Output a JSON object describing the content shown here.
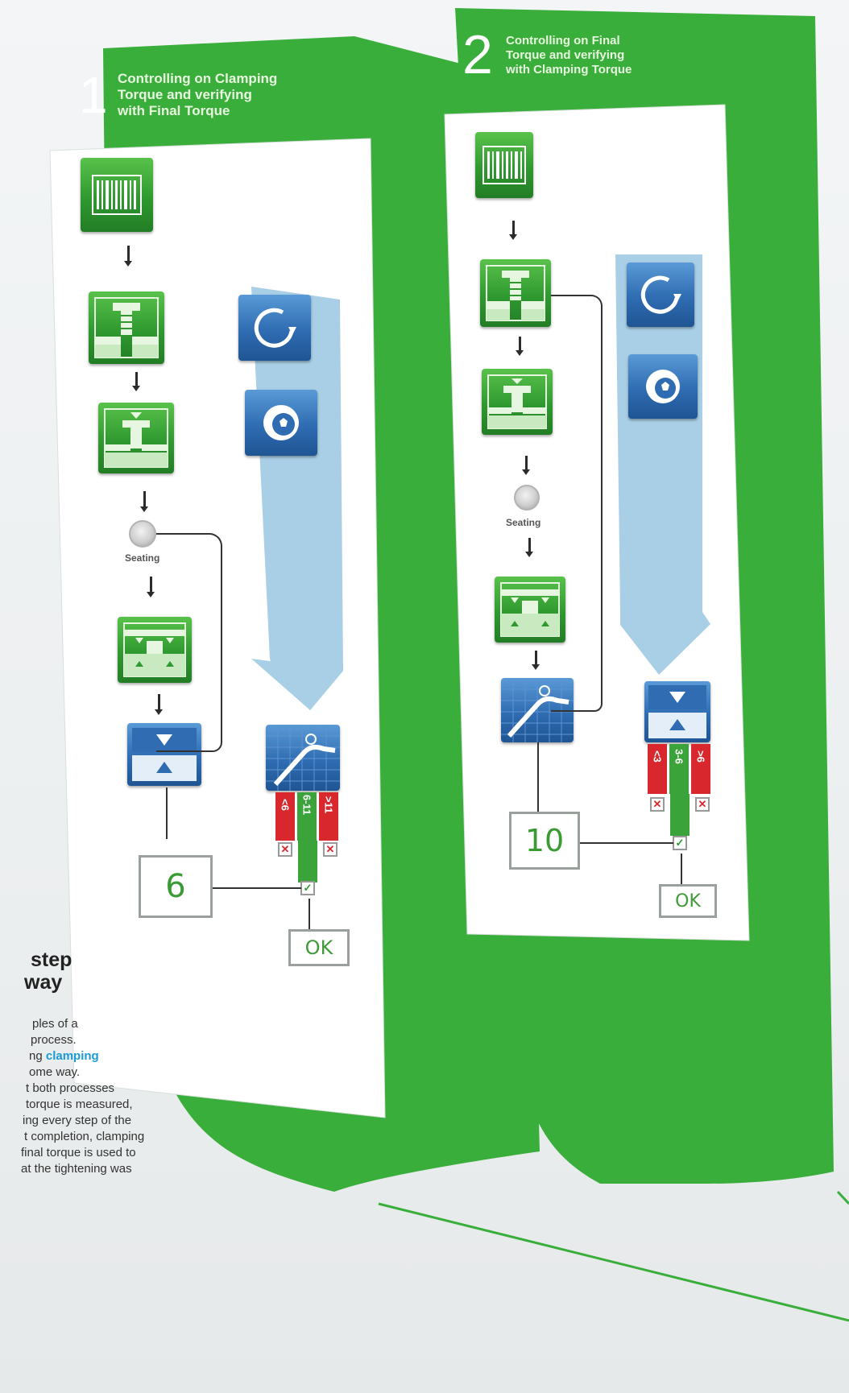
{
  "banner1": {
    "number": "1",
    "title_lines": [
      "Controlling on Clamping",
      "Torque and verifying",
      "with Final Torque"
    ],
    "seating_label": "Seating",
    "value": "6",
    "ok_label": "OK",
    "limits": [
      "<6",
      "6-11",
      ">11"
    ]
  },
  "banner2": {
    "number": "2",
    "title_lines": [
      "Controlling on Final",
      "Torque and verifying",
      "with Clamping Torque"
    ],
    "seating_label": "Seating",
    "value": "10",
    "ok_label": "OK",
    "limits": [
      "<3",
      "3-6",
      ">6"
    ]
  },
  "side_text": {
    "heading_lines": [
      "step",
      "way"
    ],
    "body_lines": [
      "ples of a",
      "process.",
      "ng ",
      "ome way.",
      "t both processes",
      "torque is measured,",
      "ing every step of the",
      "t completion, clamping",
      " final torque is used to",
      "at the tightening was"
    ],
    "highlight_word": "clamping"
  },
  "colors": {
    "banner_green": "#3aae3b",
    "tile_green": "#2f9930",
    "tile_blue": "#2f6cb2",
    "funnel_blue": "#a9cfe6",
    "reject_red": "#d8282d"
  },
  "icons": {
    "barcode": "barcode-icon",
    "screw": "screw-icon",
    "screw_press": "screw-press-icon",
    "seating": "seating-circle-icon",
    "clamp": "clamp-icon",
    "compare": "compare-arrows-icon",
    "rotate": "rotate-arrow-icon",
    "torque_wheel": "torque-wheel-icon",
    "graph": "torque-curve-graph-icon"
  }
}
